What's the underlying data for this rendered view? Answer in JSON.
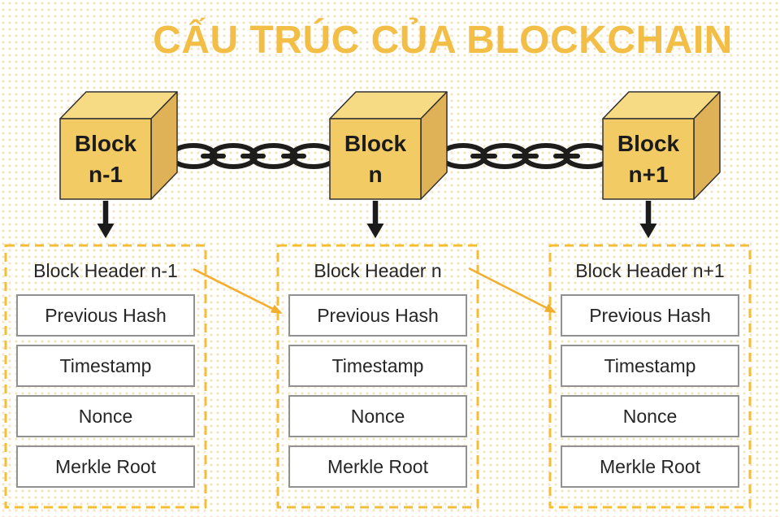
{
  "title": "CẤU TRÚC CỦA BLOCKCHAIN",
  "blocks": [
    {
      "line1": "Block",
      "line2": "n-1"
    },
    {
      "line1": "Block",
      "line2": "n"
    },
    {
      "line1": "Block",
      "line2": "n+1"
    }
  ],
  "headers": [
    {
      "title": "Block Header n-1",
      "fields": [
        "Previous Hash",
        "Timestamp",
        "Nonce",
        "Merkle Root"
      ]
    },
    {
      "title": "Block Header n",
      "fields": [
        "Previous Hash",
        "Timestamp",
        "Nonce",
        "Merkle Root"
      ]
    },
    {
      "title": "Block Header n+1",
      "fields": [
        "Previous Hash",
        "Timestamp",
        "Nonce",
        "Merkle Root"
      ]
    }
  ],
  "colors": {
    "title_gold": "#F2BE45",
    "dashed_border": "#F4BE33",
    "yellow_arrow": "#F2AF2D",
    "cube_front": "#F2CB64",
    "cube_top": "#F7DA84",
    "cube_side": "#DFB257",
    "cube_outline": "#33312e",
    "chain_black": "#1e1d1b",
    "box_border": "#919191",
    "text_dark": "#262626",
    "background_dot": "#f5e8c9"
  }
}
